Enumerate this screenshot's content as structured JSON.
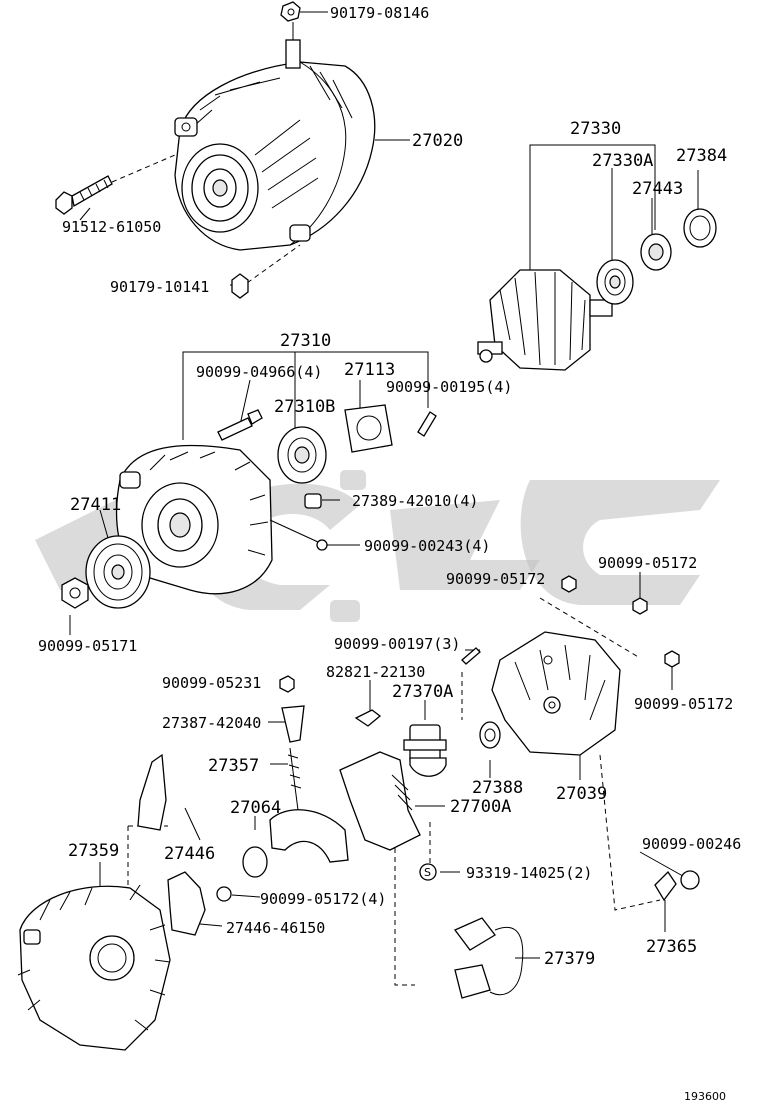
{
  "parts": {
    "p90179_08146": "90179-08146",
    "p27020": "27020",
    "p91512_61050": "91512-61050",
    "p90179_10141": "90179-10141",
    "p27330": "27330",
    "p27330A": "27330A",
    "p27384": "27384",
    "p27443": "27443",
    "p27310": "27310",
    "p90099_04966": "90099-04966(4)",
    "p27113": "27113",
    "p27310B": "27310B",
    "p90099_00195": "90099-00195(4)",
    "p27389_42010": "27389-42010(4)",
    "p27411": "27411",
    "p90099_00243": "90099-00243(4)",
    "p90099_05172_a": "90099-05172",
    "p90099_05172_b": "90099-05172",
    "p90099_05171": "90099-05171",
    "p90099_00197": "90099-00197(3)",
    "p82821_22130": "82821-22130",
    "p90099_05172_c": "90099-05172",
    "p90099_05231": "90099-05231",
    "p27370A": "27370A",
    "p27387_42040": "27387-42040",
    "p27357": "27357",
    "p27388": "27388",
    "p27039": "27039",
    "p27700A": "27700A",
    "p27064": "27064",
    "p90099_00246": "90099-00246",
    "p27359": "27359",
    "p27446": "27446",
    "p93319_14025": "93319-14025(2)",
    "p90099_05172_d": "90099-05172(4)",
    "p27446_46150": "27446-46150",
    "p27379": "27379",
    "p27365": "27365"
  },
  "footer": {
    "code": "193600"
  },
  "icons": {
    "washer_symbol": "S"
  }
}
